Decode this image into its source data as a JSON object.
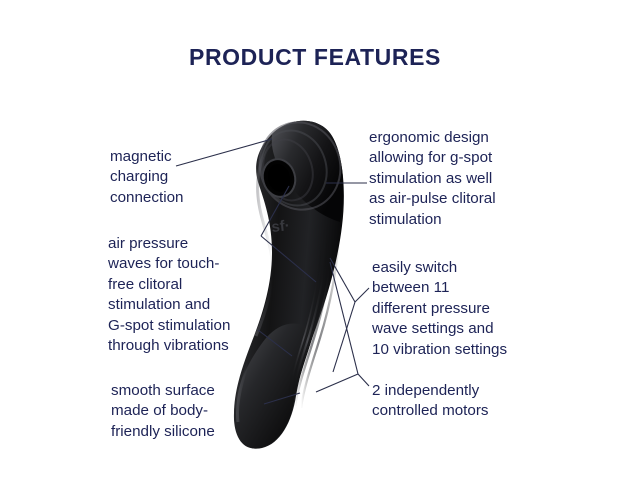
{
  "page": {
    "background_color": "#ffffff",
    "text_color": "#1d2356",
    "leader_line_color": "#2b2f4a"
  },
  "header": {
    "title": "PRODUCT FEATURES"
  },
  "callouts": {
    "left": [
      {
        "id": "magnetic-charging",
        "text": "magnetic\ncharging\nconnection"
      },
      {
        "id": "air-pressure",
        "text": "air pressure\nwaves for touch-\nfree clitoral\nstimulation and\nG-spot stimulation\nthrough vibrations"
      },
      {
        "id": "smooth-surface",
        "text": "smooth surface\nmade of body-\nfriendly silicone"
      }
    ],
    "right": [
      {
        "id": "ergonomic-design",
        "text": "ergonomic design\nallowing for g-spot\nstimulation as well\nas air-pulse clitoral\nstimulation"
      },
      {
        "id": "pressure-settings",
        "text": "easily switch\nbetween 11\ndifferent pressure\nwave settings and\n10 vibration settings"
      },
      {
        "id": "motors",
        "text": "2 independently\ncontrolled motors"
      }
    ]
  },
  "product": {
    "name": "air-pulse-vibrator",
    "body_color": "#1a1a1c",
    "highlight_color": "#55565a",
    "logo_mark": "sf",
    "air_inlet": "circular-opening"
  }
}
